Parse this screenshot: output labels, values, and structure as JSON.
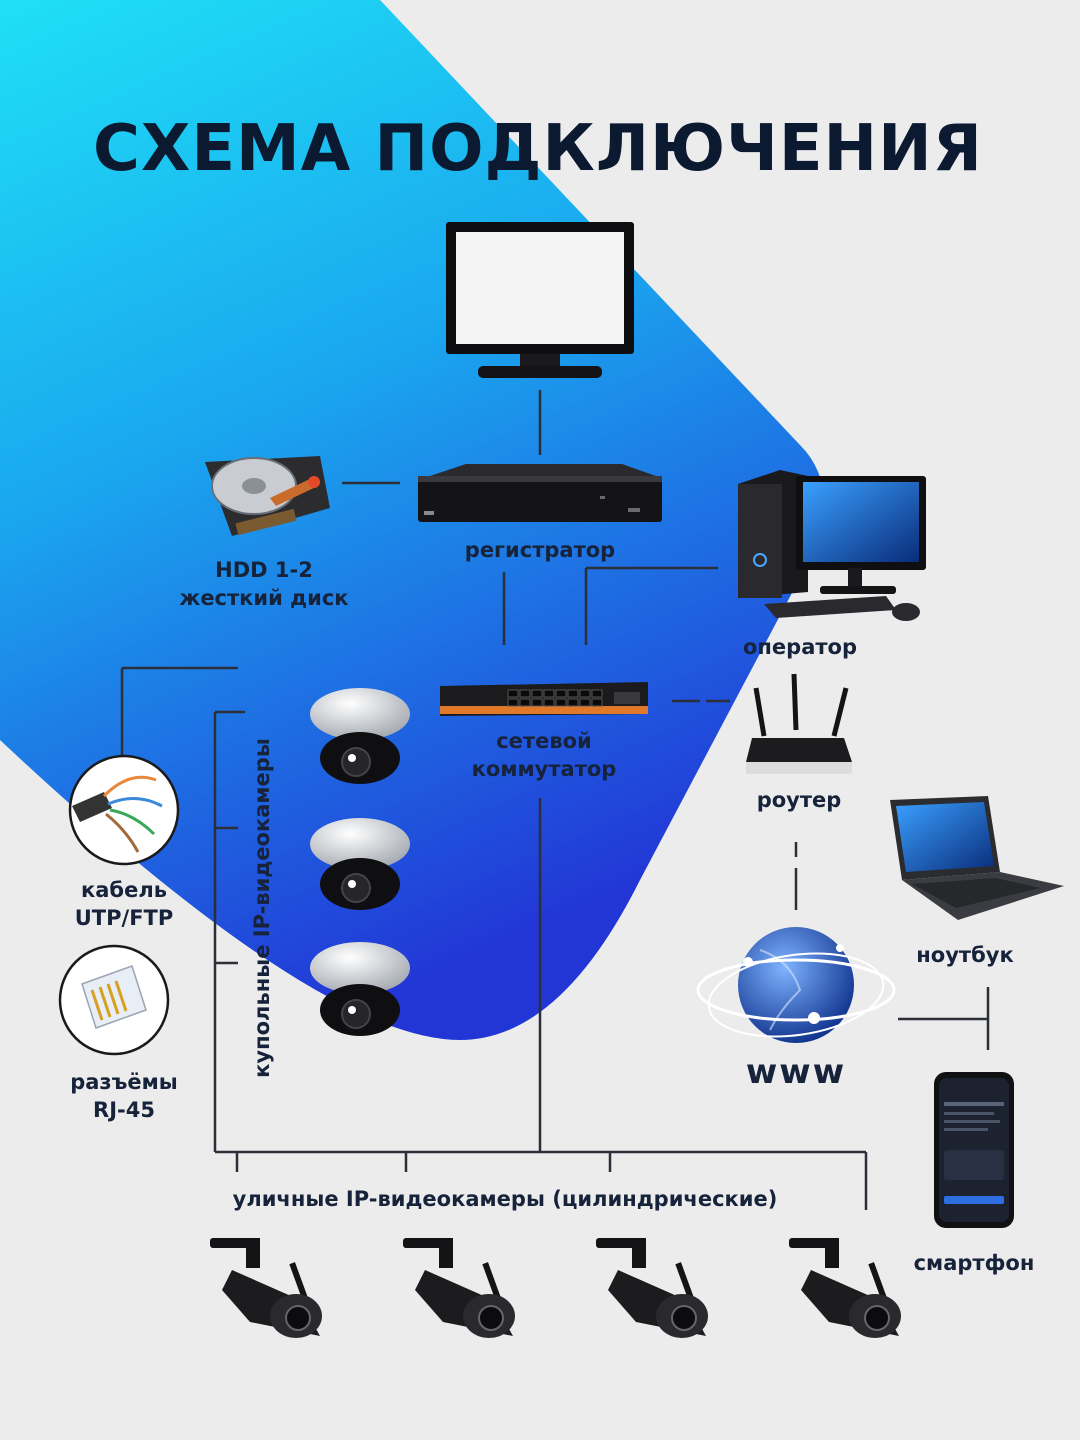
{
  "title": "СХЕМА ПОДКЛЮЧЕНИЯ",
  "labels": {
    "hdd_line1": "HDD 1-2",
    "hdd_line2": "жесткий диск",
    "recorder": "регистратор",
    "operator": "оператор",
    "switch_line1": "сетевой",
    "switch_line2": "коммутатор",
    "router": "роутер",
    "laptop": "ноутбук",
    "www": "www",
    "cable_line1": "кабель",
    "cable_line2": "UTP/FTP",
    "connector_line1": "разъёмы",
    "connector_line2": "RJ-45",
    "dome_cameras": "купольные IP-видеокамеры",
    "street_cameras": "уличные IP-видеокамеры (цилиндрические)",
    "smartphone": "смартфон"
  },
  "colors": {
    "background": "#ececec",
    "gradient_top": "#1fe0f5",
    "gradient_bottom": "#1f3fd8",
    "line": "#2a2f38",
    "text": "#16233a"
  },
  "icons": [
    "monitor-icon",
    "hdd-icon",
    "recorder-icon",
    "pc-icon",
    "switch-icon",
    "router-icon",
    "laptop-icon",
    "globe-icon",
    "smartphone-icon",
    "cable-icon",
    "rj45-icon",
    "dome-camera-icon",
    "bullet-camera-icon"
  ]
}
